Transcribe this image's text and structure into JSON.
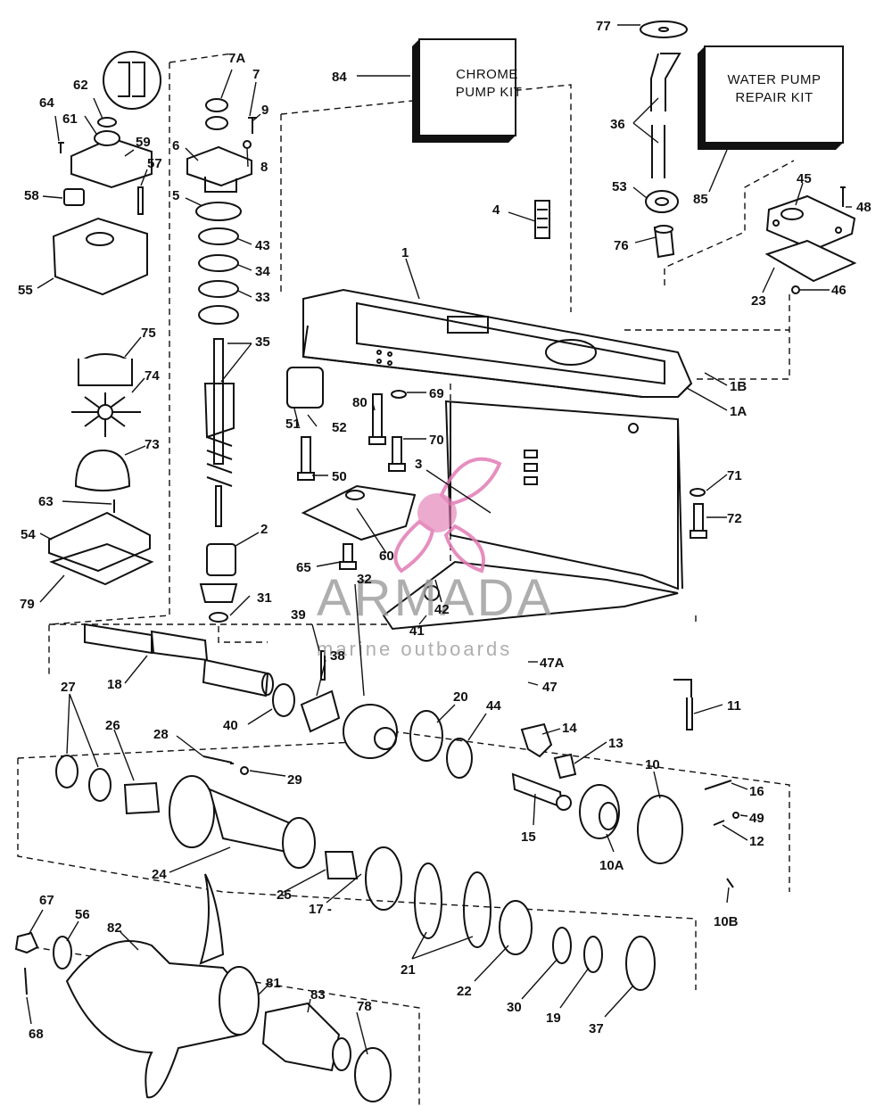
{
  "kits": {
    "chrome": {
      "line1": "CHROME",
      "line2": "PUMP KIT"
    },
    "water": {
      "line1": "WATER PUMP",
      "line2": "REPAIR KIT"
    }
  },
  "watermark": {
    "brand": "ARMADA",
    "tagline": "marine outboards",
    "accent_color": "#e27bb4"
  },
  "callouts": {
    "c84": "84",
    "c77": "77",
    "c36": "36",
    "c53": "53",
    "c76": "76",
    "c85": "85",
    "c45": "45",
    "c48": "48",
    "c23": "23",
    "c46": "46",
    "c4": "4",
    "c1": "1",
    "c1B": "1B",
    "c1A": "1A",
    "c7A": "7A",
    "c7": "7",
    "c9": "9",
    "c8": "8",
    "c6": "6",
    "c5": "5",
    "c43": "43",
    "c34": "34",
    "c33": "33",
    "c35": "35",
    "c2": "2",
    "c32": "32",
    "c31": "31",
    "c62": "62",
    "c64": "64",
    "c61": "61",
    "c59": "59",
    "c57": "57",
    "c58": "58",
    "c55": "55",
    "c75": "75",
    "c74": "74",
    "c73": "73",
    "c63": "63",
    "c54": "54",
    "c79": "79",
    "c80": "80",
    "c69": "69",
    "c70": "70",
    "c51": "51",
    "c52": "52",
    "c50": "50",
    "c3": "3",
    "c71": "71",
    "c72": "72",
    "c60": "60",
    "c65": "65",
    "c42": "42",
    "c41": "41",
    "c47A": "47A",
    "c47": "47",
    "c39": "39",
    "c38": "38",
    "c18": "18",
    "c40": "40",
    "c20": "20",
    "c44": "44",
    "c14": "14",
    "c13": "13",
    "c11": "11",
    "c27": "27",
    "c26": "26",
    "c28": "28",
    "c29": "29",
    "c10": "10",
    "c16": "16",
    "c49": "49",
    "c12": "12",
    "c15": "15",
    "c10A": "10A",
    "c24": "24",
    "c25": "25",
    "c17": "17 -",
    "c10B": "10B",
    "c21": "21",
    "c22": "22",
    "c30": "30",
    "c19": "19",
    "c37": "37",
    "c67": "67",
    "c56": "56",
    "c82": "82",
    "c81": "81",
    "c83": "83",
    "c78": "78",
    "c68": "68"
  }
}
